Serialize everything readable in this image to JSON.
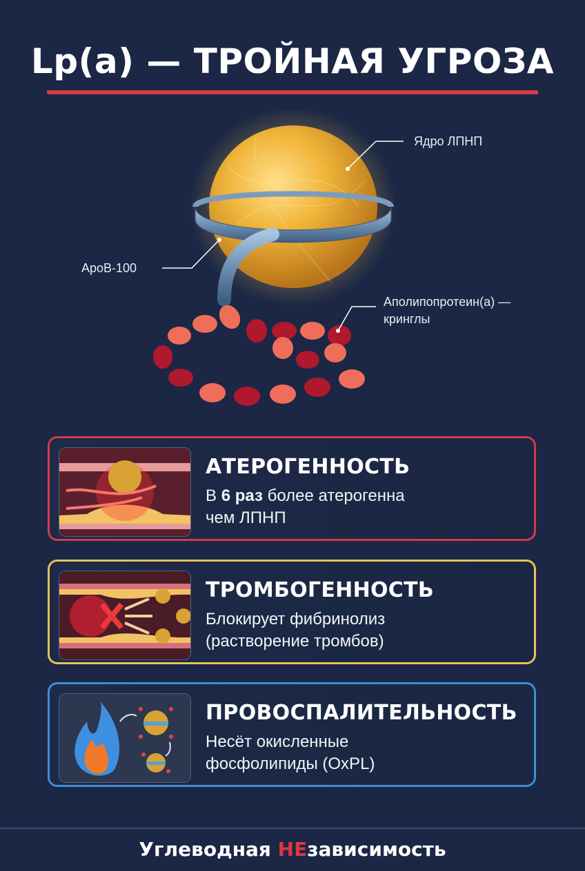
{
  "header": {
    "title": "Lp(a) — ТРОЙНАЯ УГРОЗА",
    "accent_color": "#d93a48"
  },
  "diagram": {
    "labels": {
      "core": "Ядро ЛПНП",
      "apob": "ApoB-100",
      "apoa_line1": "Аполипопротеин(а) —",
      "apoa_line2": "кринглы"
    },
    "colors": {
      "core": "#e8a930",
      "ring": "#6f93b8",
      "kringle_dark": "#b0182e",
      "kringle_light": "#ef6e5a"
    }
  },
  "cards": [
    {
      "title": "АТЕРОГЕННОСТЬ",
      "text_prefix": "В ",
      "text_bold": "6 раз",
      "text_rest": " более атерогенна",
      "text_line2": "чем ЛПНП",
      "border_color": "#d33a4a",
      "icon": "artery-plaque-icon"
    },
    {
      "title": "ТРОМБОГЕННОСТЬ",
      "text_line1": "Блокирует фибринолиз",
      "text_line2": "(растворение тромбов)",
      "border_color": "#e6c25a",
      "icon": "blocked-clot-icon"
    },
    {
      "title": "ПРОВОСПАЛИТЕЛЬНОСТЬ",
      "text_line1": "Несёт окисленные",
      "text_line2": "фосфолипиды (OxPL)",
      "border_color": "#3f8fd8",
      "icon": "flame-oxpl-icon"
    }
  ],
  "footer": {
    "brand_part1": "Углеводная ",
    "brand_highlight": "НЕ",
    "brand_part2": "зависимость"
  }
}
